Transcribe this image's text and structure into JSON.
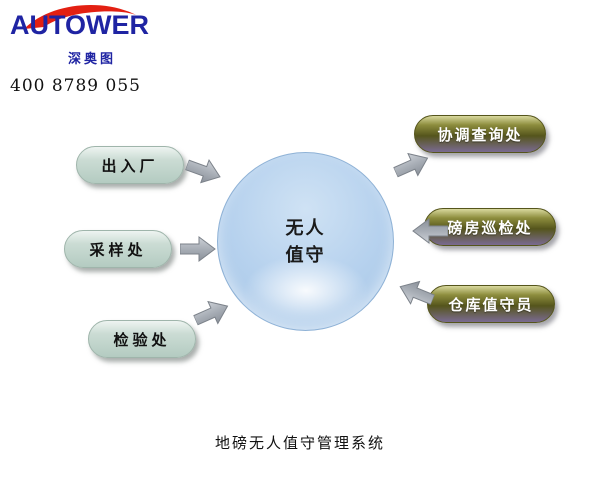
{
  "header": {
    "logo_text": "AUTOWER",
    "logo_subtext": "深奥图",
    "phone": "400 8789 055"
  },
  "diagram": {
    "center_label_line1": "无人",
    "center_label_line2": "值守",
    "left_nodes": [
      "出入厂",
      "采样处",
      "检验处"
    ],
    "right_nodes": [
      "协调查询处",
      "磅房巡检处",
      "仓库值守员"
    ]
  },
  "footer": {
    "title": "地磅无人值守管理系统"
  },
  "colors": {
    "logo_blue": "#1f24a3",
    "logo_red": "#e32012",
    "circle_fill": "#b7d2ee",
    "left_pill": "#cbdcd4",
    "right_pill_top": "#8d8d3d",
    "right_pill_bottom": "#7a6a92",
    "arrow": "#a8aeb6"
  }
}
